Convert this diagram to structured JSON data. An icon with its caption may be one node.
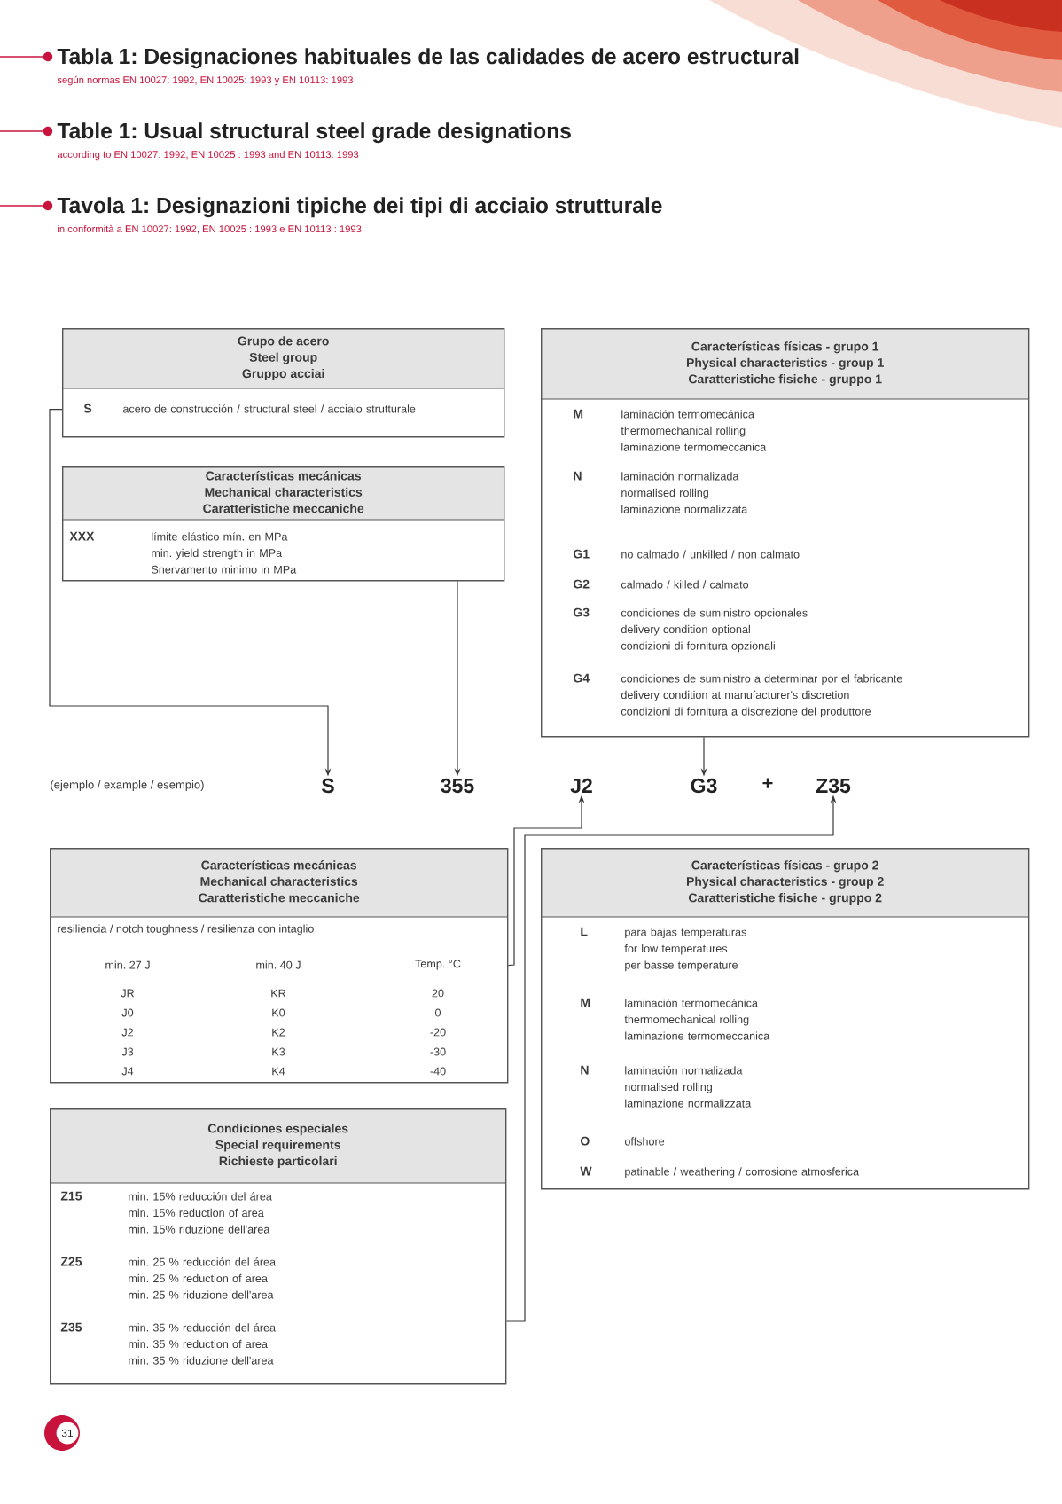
{
  "diagram": {
    "title": "Tabla 1: Designaciones habituales de las calidades de acero estructural",
    "nodes": [
      {
        "text": [
          "Grupo de acero",
          "Steel group",
          "Gruppo acciai"
        ]
      },
      {
        "text": [
          "S",
          "acero de construcción / structural steel / acciaio strutturale"
        ],
        "in": 0
      },
      {
        "text": [
          "Características mecánicas",
          "Mechanical characteristics",
          "Caratteristiche meccaniche"
        ]
      },
      {
        "text": [
          "XXX",
          "límite elástico mín. en MPa",
          "min. yield strength in MPa",
          "Snervamento minimo in MPa"
        ],
        "in": 2
      },
      {
        "text": [
          "Características físicas - grupo 1",
          "Physical characteristics - group 1",
          "Caratteristiche fisiche - gruppo 1"
        ]
      },
      {
        "text": [
          "M",
          "laminación termomecánica",
          "thermomechanical rolling",
          "laminazione termomeccanica"
        ],
        "in": 4
      },
      {
        "text": [
          "N",
          "laminación normalizada",
          "normalised rolling",
          "laminazione normalizzata"
        ],
        "in": 4
      },
      {
        "text": [
          "G1",
          "no calmado / unkilled / non calmato"
        ],
        "in": 4
      },
      {
        "text": [
          "G2",
          "calmado / killed / calmato"
        ],
        "in": 4
      },
      {
        "text": [
          "G3",
          "condiciones de suministro opcionales",
          "delivery condition optional",
          "condizioni di fornitura opzionali"
        ],
        "in": 4
      },
      {
        "text": [
          "G4",
          "condiciones de suministro a determinar por el fabricante",
          "delivery condition at manufacturer's discretion",
          "condizioni di fornitura a discrezione del produttore"
        ],
        "in": 4
      },
      {
        "text": [
          "S"
        ]
      },
      {
        "text": [
          "355"
        ]
      },
      {
        "text": [
          "J2"
        ]
      },
      {
        "text": [
          "G3"
        ]
      },
      {
        "text": [
          "Z35"
        ]
      },
      {
        "text": [
          "Características mecánicas",
          "Mechanical characteristics",
          "Caratteristiche meccaniche",
          "resiliencia / notch toughness / resilienza con intaglio"
        ]
      },
      {
        "text": [
          "Características físicas - grupo 2",
          "Physical characteristics - group 2",
          "Caratteristiche fisiche - gruppo 2"
        ]
      },
      {
        "text": [
          "L",
          "para bajas temperaturas",
          "for low temperatures",
          "per basse temperature"
        ],
        "in": 17
      },
      {
        "text": [
          "M",
          "laminación termomecánica",
          "thermomechanical rolling",
          "laminazione termomeccanica"
        ],
        "in": 17
      },
      {
        "text": [
          "N",
          "laminación normalizada",
          "normalised rolling",
          "laminazione normalizzata"
        ],
        "in": 17
      },
      {
        "text": [
          "O",
          "offshore"
        ],
        "in": 17
      },
      {
        "text": [
          "W",
          "patinable / weathering / corrosione atmosferica"
        ],
        "in": 17
      },
      {
        "text": [
          "Condiciones especiales",
          "Special requirements",
          "Richieste particolari"
        ]
      },
      {
        "text": [
          "Z15",
          "min. 15% reducción del área",
          "min. 15% reduction of area",
          "min. 15% riduzione dell'area"
        ],
        "in": 23
      },
      {
        "text": [
          "Z25",
          "min. 25 % reducción del área",
          "min. 25 % reduction of area",
          "min. 25 % riduzione dell'area"
        ],
        "in": 23
      },
      {
        "text": [
          "Z35",
          "min. 35 % reducción del área",
          "min. 35 % reduction of area",
          "min. 35 % riduzione dell'area"
        ],
        "in": 23
      }
    ],
    "edges": [
      {
        "from": 1,
        "to": 11,
        "arrow": "to"
      },
      {
        "from": 2,
        "to": 12,
        "arrow": "to"
      },
      {
        "from": 4,
        "to": 14,
        "arrow": "to"
      },
      {
        "from": 16,
        "to": 13,
        "arrow": "to"
      },
      {
        "from": 23,
        "to": 15,
        "arrow": "to"
      }
    ],
    "labels": [
      "según normas EN 10027: 1992, EN 10025: 1993 y EN 10113: 1993",
      "Table 1: Usual structural steel grade designations",
      "according to EN 10027: 1992, EN 10025 : 1993 and EN 10113: 1993",
      "Tavola 1: Designazioni tipiche dei tipi di acciaio strutturale",
      "in conformità a EN 10027: 1992, EN 10025 : 1993 e EN 10113 : 1993",
      "(ejemplo / example / esempio)",
      "+",
      "min. 27 J",
      "min. 40 J",
      "Temp. °C",
      "JR",
      "KR",
      "20",
      "J0",
      "K0",
      "0",
      "J2",
      "K2",
      "-20",
      "J3",
      "K3",
      "-30",
      "J4",
      "K4",
      "-40",
      "31"
    ]
  }
}
